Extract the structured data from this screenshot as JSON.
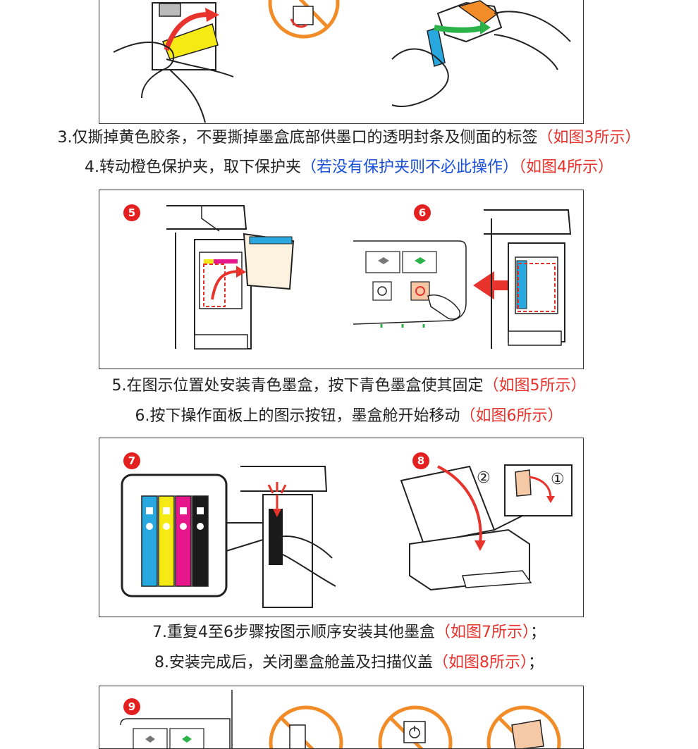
{
  "colors": {
    "text": "#222222",
    "red_note": "#e8322c",
    "blue_note": "#1a4fd8",
    "badge": "#e41f1f",
    "cyan": "#29a8df",
    "yellow": "#f5ea14",
    "magenta": "#e6178a",
    "black": "#1a1a1a",
    "orange": "#f28c28"
  },
  "steps": [
    {
      "text": "3.仅撕掉黄色胶条，不要撕掉墨盒底部供墨口的透明封条及侧面的标签",
      "note": "（如图3所示）"
    },
    {
      "text": "4.转动橙色保护夹，取下保护夹",
      "note_blue": "（若没有保护夹则不必此操作）",
      "note": "（如图4所示）"
    },
    {
      "text": "5.在图示位置处安装青色墨盒，按下青色墨盒使其固定",
      "note": "（如图5所示）"
    },
    {
      "text": "6.按下操作面板上的图示按钮，墨盒舱开始移动",
      "note": "（如图6所示）"
    },
    {
      "text": "7.重复4至6步骤按图示顺序安装其他墨盒",
      "note": "（如图7所示）",
      "tail": "；"
    },
    {
      "text": "8.安装完成后，关闭墨盒舱盖及扫描仪盖",
      "note": "（如图8所示）",
      "tail": "；"
    }
  ],
  "badges": {
    "b5": "5",
    "b6": "6",
    "b7": "7",
    "b8": "8",
    "b9": "9"
  },
  "callouts": {
    "c1": "①",
    "c2": "②"
  }
}
